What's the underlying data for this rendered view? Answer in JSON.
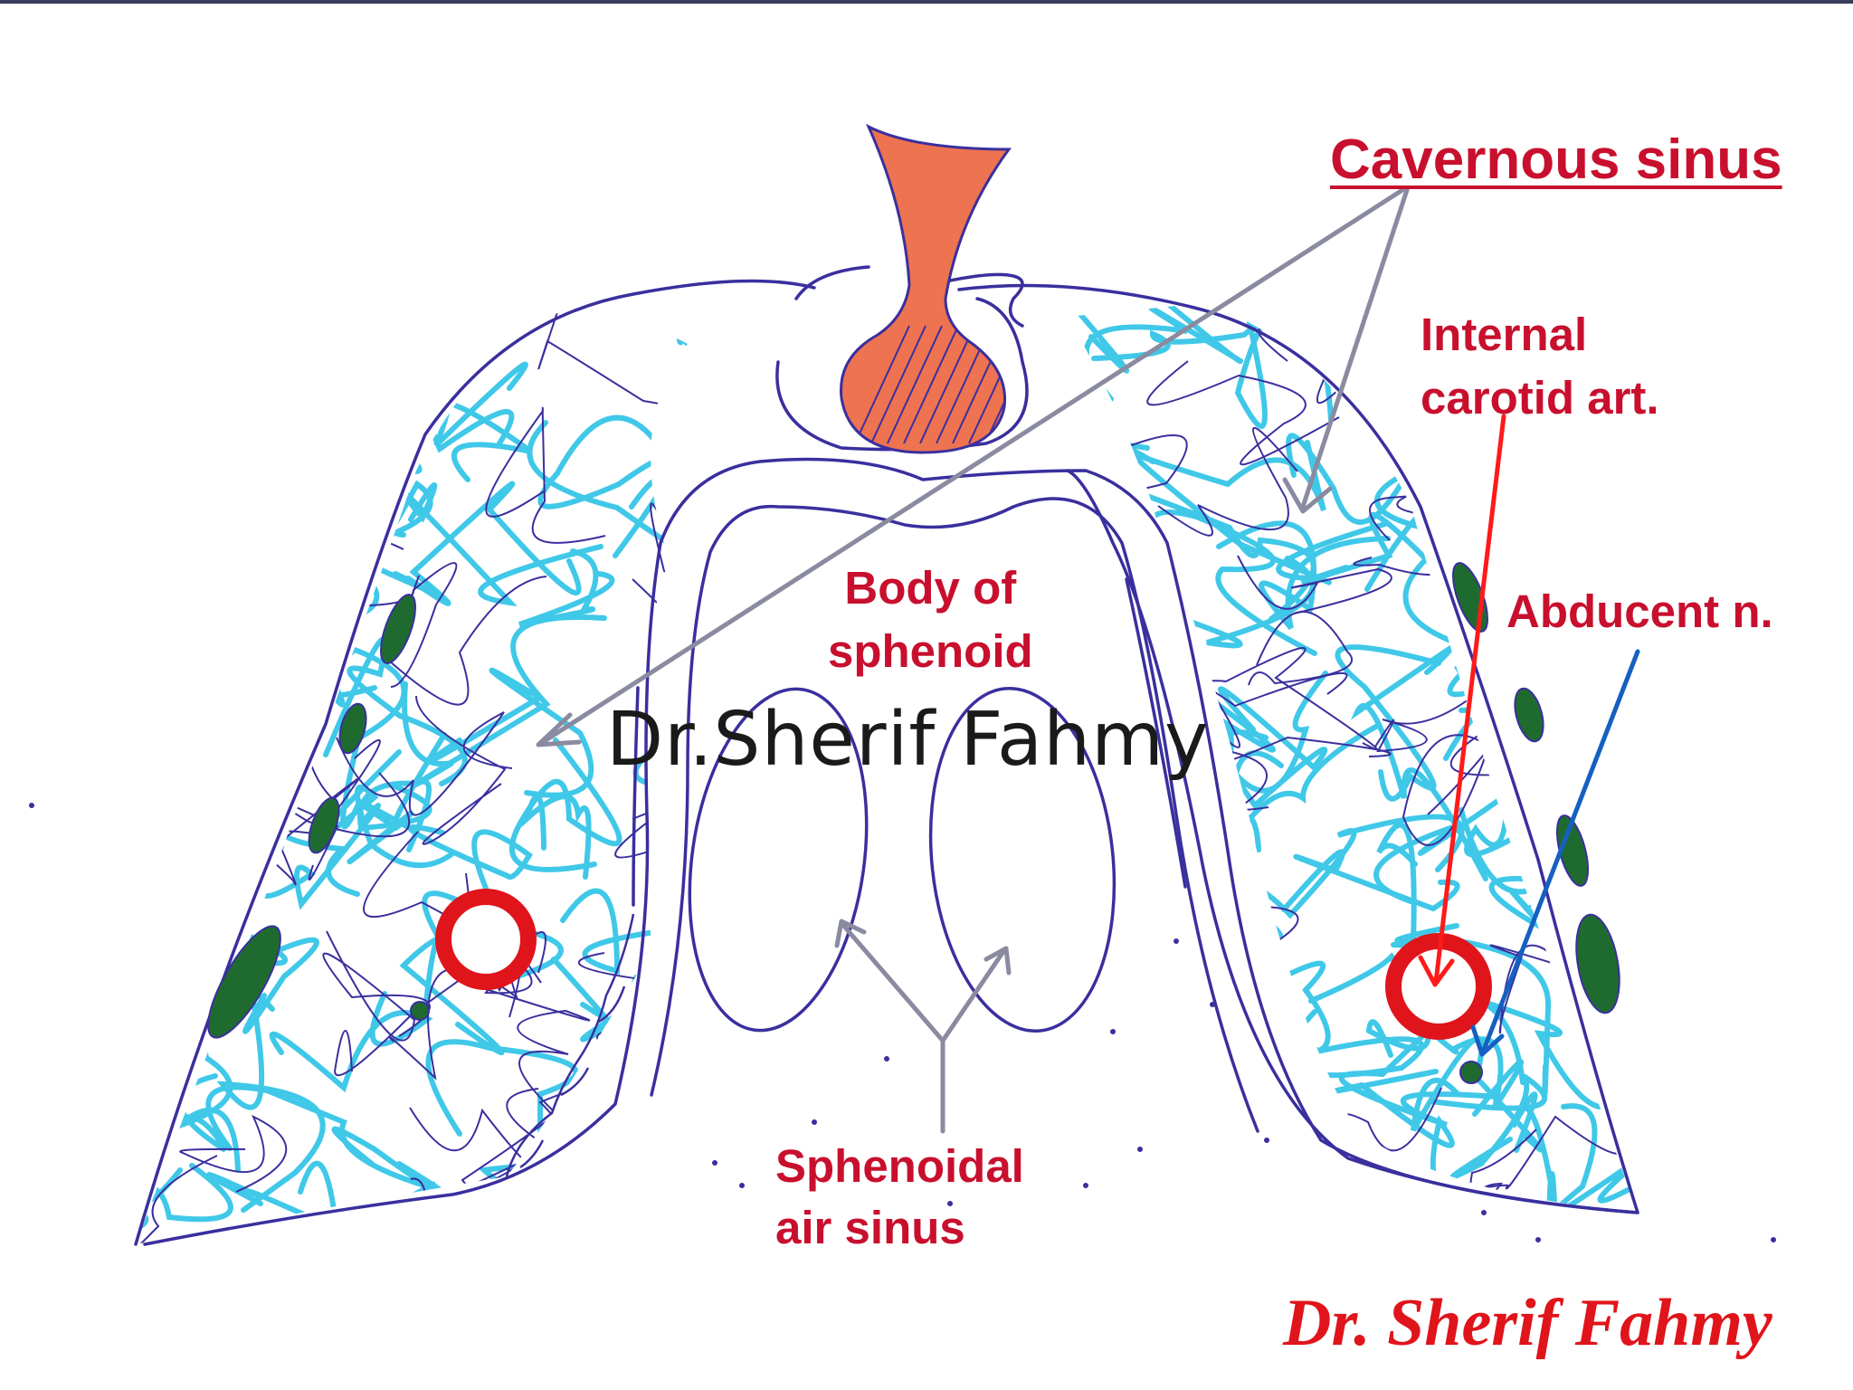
{
  "labels": {
    "title": "Cavernous sinus",
    "internal_carotid": [
      "Internal",
      "carotid art."
    ],
    "abducent": "Abducent n.",
    "body_of_sphenoid": [
      "Body of",
      "sphenoid"
    ],
    "sphenoidal_air_sinus": [
      "Sphenoidal",
      "air sinus"
    ]
  },
  "watermark": "Dr.Sherif Fahmy",
  "signature": "Dr. Sherif Fahmy",
  "colors": {
    "label": "#c8102e",
    "outline": "#3a2f9e",
    "sinus_fill": "#40c8e8",
    "nerve": "#1f6b2f",
    "artery_ring": "#e0141b",
    "pituitary": "#ee7350",
    "pointer_gray": "#8a8aa0",
    "pointer_red": "#ff1a1a",
    "pointer_blue": "#1560c0",
    "watermark": "#1a1a1a",
    "topbar": "#3b3b5c"
  }
}
